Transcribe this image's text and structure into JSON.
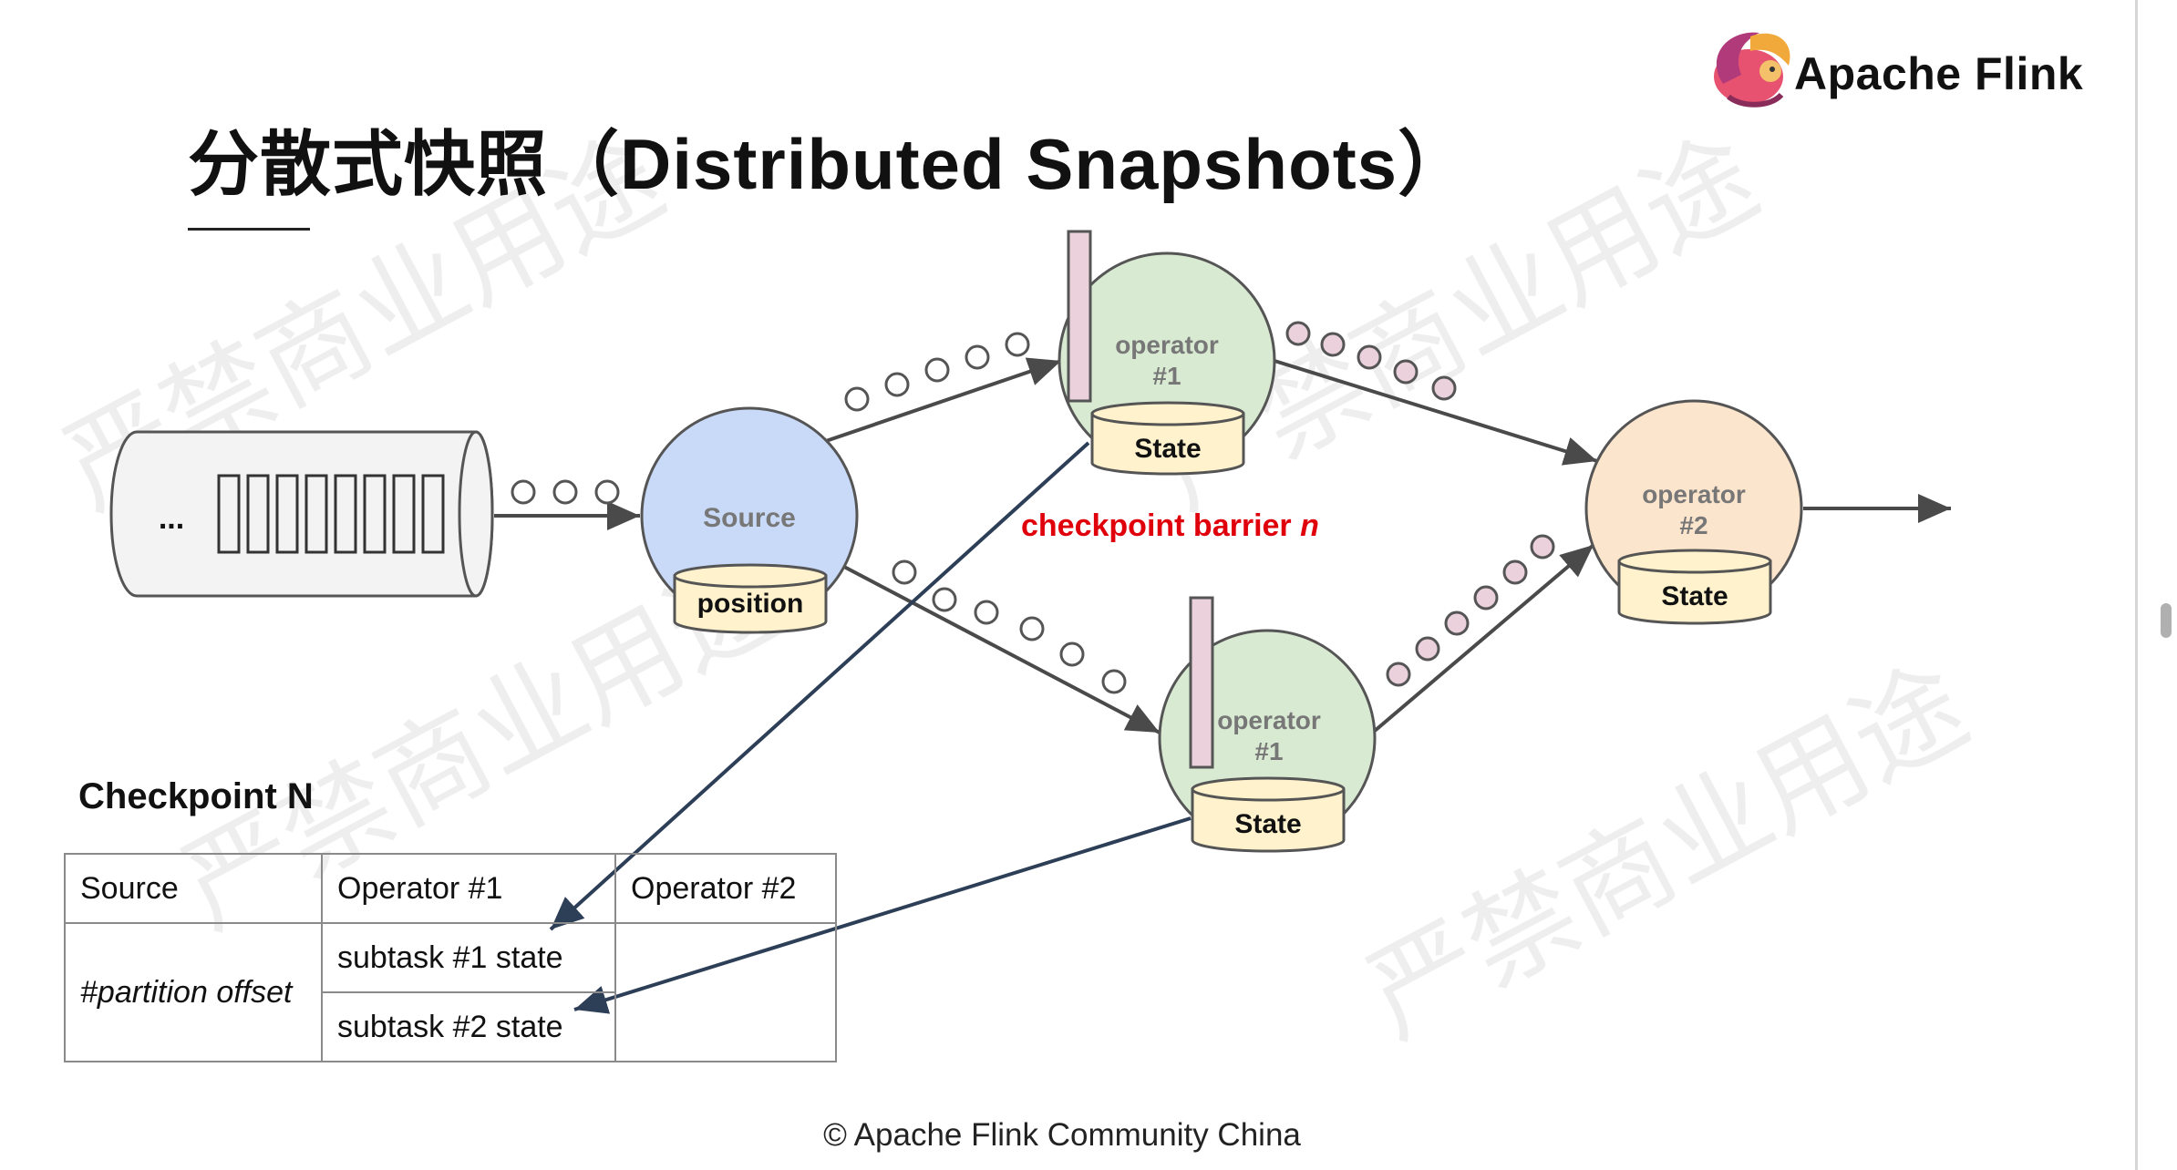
{
  "slide": {
    "title": "分散式快照（Distributed Snapshots）",
    "brand": "Apache Flink",
    "watermark": "严禁商业用途",
    "footer": "© Apache Flink Community China"
  },
  "diagram": {
    "queue_label": "...",
    "source": {
      "label": "Source",
      "store": "position"
    },
    "op1_top": {
      "label_line1": "operator",
      "label_line2": "#1",
      "store": "State"
    },
    "op1_bottom": {
      "label_line1": "operator",
      "label_line2": "#1",
      "store": "State"
    },
    "op2": {
      "label_line1": "operator",
      "label_line2": "#2",
      "store": "State"
    },
    "barrier_label": "checkpoint barrier ",
    "barrier_n": "n"
  },
  "checkpoint": {
    "title": "Checkpoint N",
    "headers": [
      "Source",
      "Operator #1",
      "Operator #2"
    ],
    "source_value": "#partition offset",
    "op1_values": [
      "subtask #1 state",
      "subtask #2 state"
    ]
  },
  "colors": {
    "source_fill": "#c9daf8",
    "op1_fill": "#d9ead3",
    "op2_fill": "#fce5cd",
    "store_fill": "#fff2cc",
    "barrier_fill": "#ead1dc",
    "barrier_text": "#e0000b",
    "arrow": "#4a4a4a",
    "mapping_arrow": "#2d3e57"
  }
}
